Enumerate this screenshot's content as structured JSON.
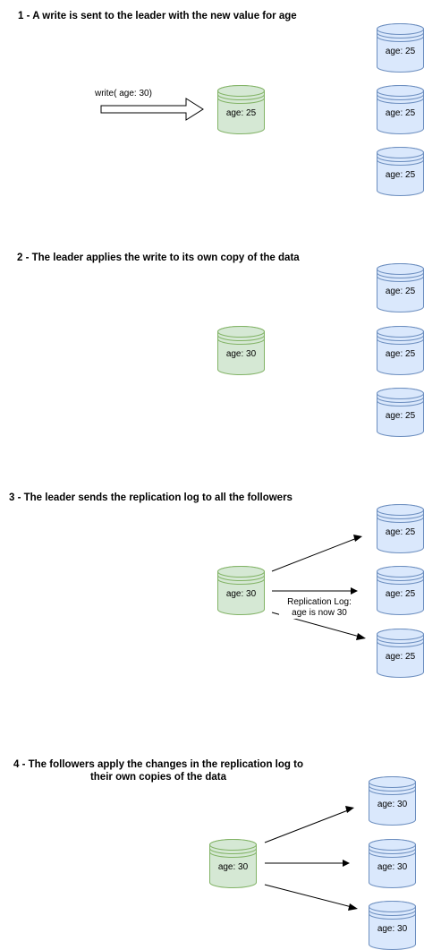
{
  "steps": [
    {
      "title": "1 - A write is sent to the leader with the new value for age",
      "write_label": "write( age: 30)",
      "leader": "age: 25",
      "followers": [
        "age: 25",
        "age: 25",
        "age: 25"
      ]
    },
    {
      "title": "2 - The leader applies the write to its own copy of the data",
      "leader": "age: 30",
      "followers": [
        "age: 25",
        "age: 25",
        "age: 25"
      ]
    },
    {
      "title": "3 - The leader sends the replication log to all the followers",
      "log_label_line1": "Replication Log:",
      "log_label_line2": "age is now 30",
      "leader": "age: 30",
      "followers": [
        "age: 25",
        "age: 25",
        "age: 25"
      ]
    },
    {
      "title_line1": "4 - The followers apply the changes in the replication log to",
      "title_line2": "their own copies of the data",
      "leader": "age: 30",
      "followers": [
        "age: 30",
        "age: 30",
        "age: 30"
      ]
    }
  ],
  "colors": {
    "leader_fill": "#d5e8d4",
    "leader_stroke": "#82b366",
    "follower_fill": "#dae8fc",
    "follower_stroke": "#6c8ebf"
  }
}
